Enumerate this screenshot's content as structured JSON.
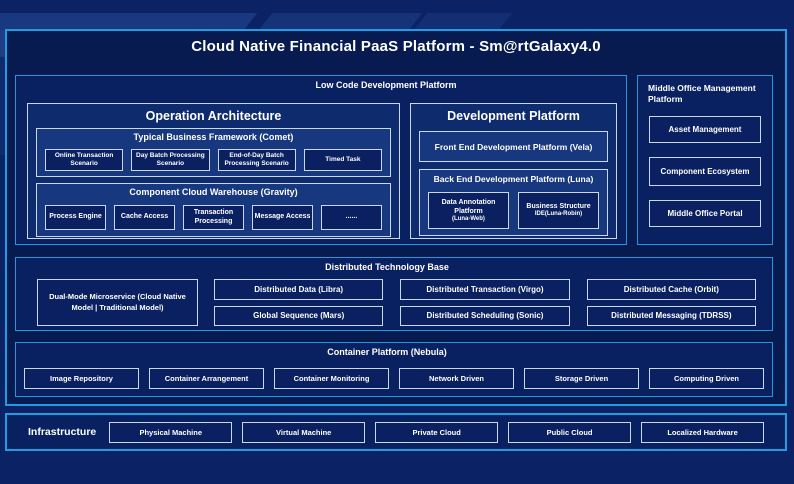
{
  "title": "Cloud Native Financial PaaS Platform - Sm@rtGalaxy4.0",
  "colors": {
    "background": "#0b2365",
    "accent_border": "#1f9de2",
    "panel_border": "#c9d8ef",
    "panel_fill": "#17377e",
    "leaf_fill": "#0a2060"
  },
  "low_code": {
    "label": "Low Code Development Platform",
    "operation": {
      "title": "Operation Architecture",
      "comet": {
        "title": "Typical Business Framework (Comet)",
        "items": [
          "Online Transaction Scenario",
          "Day Batch Processing Scenario",
          "End-of-Day Batch Processing Scenario",
          "Timed Task"
        ]
      },
      "gravity": {
        "title": "Component Cloud Warehouse (Gravity)",
        "items": [
          "Process Engine",
          "Cache Access",
          "Transaction Processing",
          "Message Access",
          "......"
        ]
      }
    },
    "development": {
      "title": "Development Platform",
      "front_end": "Front End Development Platform (Vela)",
      "back_end": {
        "title": "Back End Development Platform (Luna)",
        "items": [
          {
            "name": "Data Annotation Platform",
            "sub": "(Luna-Web)"
          },
          {
            "name": "Business Structure",
            "sub": "IDE(Luna-Robin)"
          }
        ]
      }
    }
  },
  "middle_office": {
    "label": "Middle Office Management Platform",
    "items": [
      "Asset Management",
      "Component Ecosystem",
      "Middle Office Portal"
    ]
  },
  "distributed": {
    "label": "Distributed Technology Base",
    "dual_mode": "Dual-Mode Microservice (Cloud Native Model | Traditional Model)",
    "grid": [
      "Distributed Data (Libra)",
      "Distributed Transaction (Virgo)",
      "Distributed Cache (Orbit)",
      "Global Sequence (Mars)",
      "Distributed Scheduling (Sonic)",
      "Distributed Messaging (TDRSS)"
    ]
  },
  "container_platform": {
    "label": "Container Platform (Nebula)",
    "items": [
      "Image Repository",
      "Container Arrangement",
      "Container Monitoring",
      "Network Driven",
      "Storage Driven",
      "Computing Driven"
    ]
  },
  "infrastructure": {
    "label": "Infrastructure",
    "items": [
      "Physical Machine",
      "Virtual Machine",
      "Private Cloud",
      "Public Cloud",
      "Localized Hardware"
    ]
  }
}
